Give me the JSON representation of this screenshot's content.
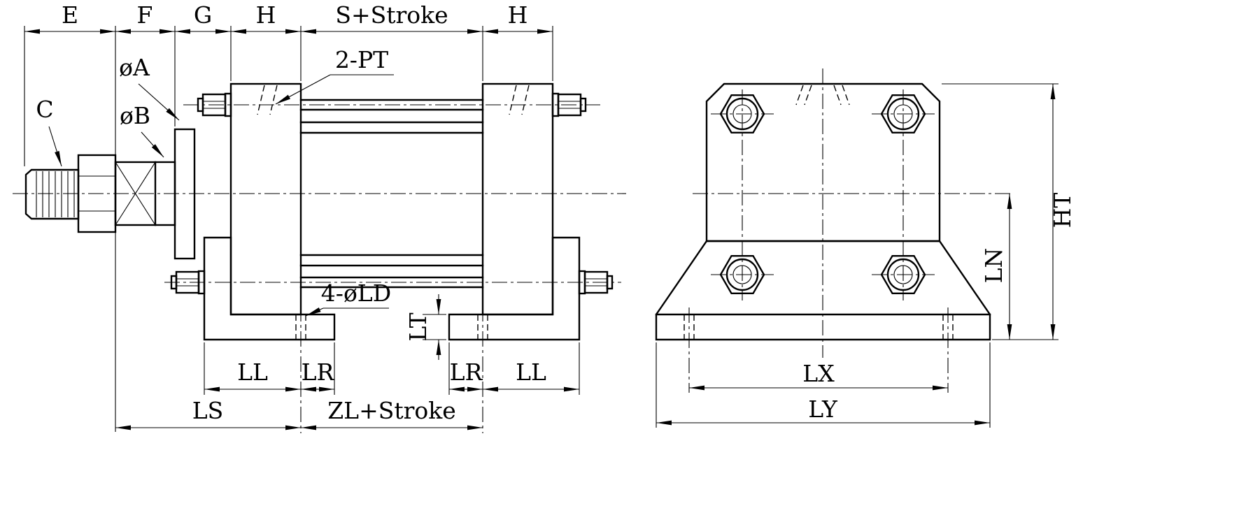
{
  "page": {
    "background": "#ffffff",
    "line_color": "#000000"
  },
  "side_view": {
    "dims_top": {
      "E": "E",
      "F": "F",
      "G": "G",
      "H1": "H",
      "S": "S+Stroke",
      "H2": "H"
    },
    "callouts": {
      "C": "C",
      "A": "øA",
      "B": "øB",
      "PT": "2-PT",
      "LD": "4-øLD"
    },
    "dims_bottom": {
      "LL1": "LL",
      "LR1": "LR",
      "LR2": "LR",
      "LL2": "LL",
      "LS": "LS",
      "ZL": "ZL+Stroke",
      "LT": "LT"
    }
  },
  "end_view": {
    "dims": {
      "HT": "HT",
      "LN": "LN",
      "LX": "LX",
      "LY": "LY"
    }
  }
}
